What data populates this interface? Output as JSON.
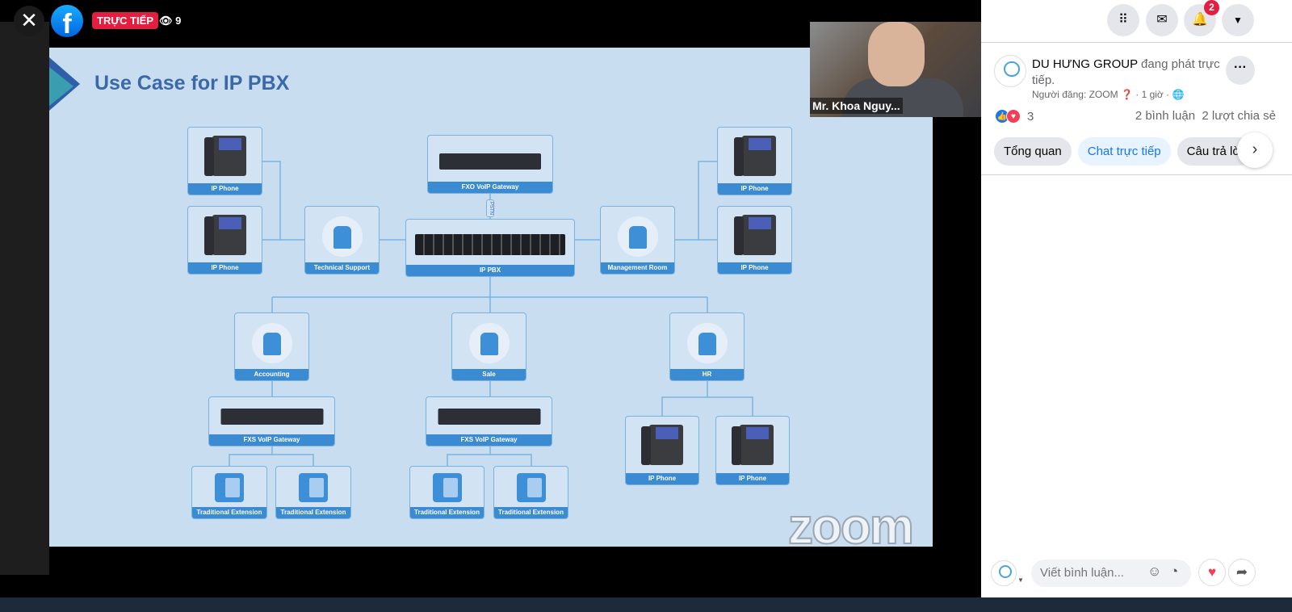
{
  "video": {
    "live_label": "TRỰC TIẾP",
    "viewer_count": "9",
    "participant_name": "Mr. Khoa Nguy...",
    "watermark": "zoom"
  },
  "slide": {
    "title": "Use Case for IP PBX",
    "pstn_label": "PSTN",
    "nodes": {
      "ip_phone_l1": "IP Phone",
      "ip_phone_l2": "IP Phone",
      "tech": "Technical Support",
      "fxo": "FXO VoIP Gateway",
      "pbx": "IP PBX",
      "mgmt": "Management Room",
      "ip_phone_r1": "IP Phone",
      "ip_phone_r2": "IP Phone",
      "accounting": "Accounting",
      "sale": "Sale",
      "hr": "HR",
      "fxs1": "FXS VoIP Gateway",
      "fxs2": "FXS VoIP Gateway",
      "ext1": "Traditional Extension",
      "ext2": "Traditional Extension",
      "ext3": "Traditional Extension",
      "ext4": "Traditional Extension",
      "ip_phone_b1": "IP Phone",
      "ip_phone_b2": "IP Phone"
    }
  },
  "header": {
    "notification_count": "2",
    "icons": [
      "menu-grid-icon",
      "messenger-icon",
      "bell-icon",
      "caret-down-icon"
    ]
  },
  "post": {
    "page_name": "DU HƯNG GROUP",
    "status": " đang phát trực tiếp.",
    "meta": "Người đăng: ZOOM",
    "time": "· 1 giờ ·",
    "reaction_count": "3",
    "comments": "2 bình luận",
    "shares": "2 lượt chia sẻ"
  },
  "tabs": [
    "Tổng quan",
    "Chat trực tiếp",
    "Câu trả lời"
  ],
  "composer": {
    "placeholder": "Viết bình luận..."
  },
  "colors": {
    "live": "#e41e3f",
    "accent": "#1877f2",
    "slide_bg": "#c9ddf0",
    "node_label": "#3a8bd1"
  }
}
